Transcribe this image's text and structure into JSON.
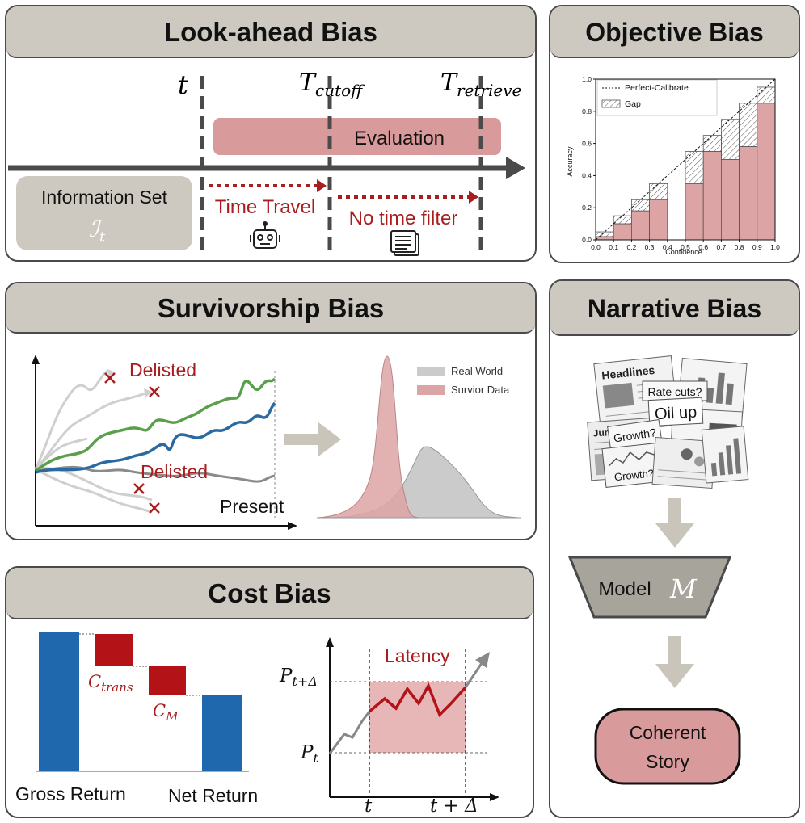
{
  "panels": {
    "lookahead": {
      "title": "Look-ahead Bias",
      "t_label": "t",
      "t_cutoff_base": "T",
      "t_cutoff_sub": "cutoff",
      "t_retrieve_base": "T",
      "t_retrieve_sub": "retrieve",
      "evaluation_label": "Evaluation",
      "info_set_label": "Information Set",
      "info_set_symbol": "ℐ",
      "info_set_sub": "t",
      "time_travel_label": "Time Travel",
      "no_time_filter_label": "No time filter"
    },
    "objective": {
      "title": "Objective Bias",
      "legend_perfect": "Perfect-Calibrate",
      "legend_gap": "Gap"
    },
    "survivorship": {
      "title": "Survivorship Bias",
      "delisted_top": "Delisted",
      "delisted_bottom": "Delisted",
      "present_label": "Present",
      "legend_real": "Real World",
      "legend_survivor": "Survior Data"
    },
    "narrative": {
      "title": "Narrative Bias",
      "news_headlines": "Headlines",
      "news_junb": "Junb/not’z",
      "news_rate": "Rate cuts?",
      "news_oil": "Oil up",
      "news_growth1": "Growth?",
      "news_growth2": "Growth?”",
      "model_label": "Model",
      "model_symbol": "M",
      "story_line1": "Coherent",
      "story_line2": "Story"
    },
    "cost": {
      "title": "Cost Bias",
      "c_trans_base": "C",
      "c_trans_sub": "trans",
      "c_m_base": "C",
      "c_m_sub": "M",
      "gross_label": "Gross Return",
      "net_label": "Net Return",
      "latency_label": "Latency",
      "p_t_base": "P",
      "p_t_sub": "t",
      "p_td_base": "P",
      "p_td_sub": "t+Δ",
      "x_t_label": "t",
      "x_td_label": "t + Δ"
    }
  },
  "chart_data": {
    "type": "bar",
    "title": "",
    "xlabel": "Confidence",
    "ylabel": "Accuracy",
    "xlim": [
      0,
      1
    ],
    "ylim": [
      0,
      1
    ],
    "x_ticks": [
      "0.0",
      "0.1",
      "0.2",
      "0.3",
      "0.4",
      "0.5",
      "0.6",
      "0.7",
      "0.8",
      "0.9",
      "1.0"
    ],
    "y_ticks": [
      "0.0",
      "0.2",
      "0.4",
      "0.6",
      "0.8",
      "1.0"
    ],
    "bin_edges": [
      0.0,
      0.1,
      0.2,
      0.3,
      0.4,
      0.5,
      0.6,
      0.7,
      0.8,
      0.9,
      1.0
    ],
    "series": [
      {
        "name": "Gap",
        "values": [
          0.05,
          0.15,
          0.25,
          0.35,
          null,
          0.55,
          0.65,
          0.75,
          0.85,
          0.95
        ]
      },
      {
        "values": [
          0.02,
          0.1,
          0.18,
          0.25,
          null,
          0.35,
          0.55,
          0.5,
          0.58,
          0.85
        ]
      }
    ],
    "reference_line": {
      "name": "Perfect-Calibrate",
      "points": [
        [
          0,
          0
        ],
        [
          1,
          1
        ]
      ]
    },
    "legend": "top-left",
    "grid": false,
    "colors": {
      "bar": "#dda4a6",
      "gap_hatch": "#555555"
    }
  }
}
